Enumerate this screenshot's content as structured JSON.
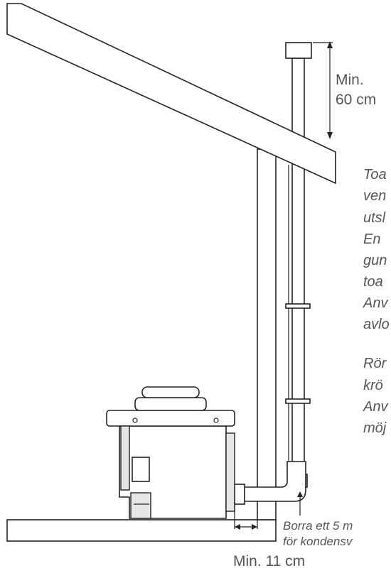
{
  "labels": {
    "min_top_line1": "Min.",
    "min_top_line2": "60 cm",
    "min_bottom": "Min. 11 cm",
    "drill_line1": "Borra ett 5 m",
    "drill_line2": "för kondensv"
  },
  "paragraph1": [
    "Toa",
    "ven",
    "utsl",
    "En",
    "gun",
    "toa",
    "Anv",
    "avlo"
  ],
  "paragraph2": [
    "Rör",
    "krö",
    "Anv",
    "möj"
  ],
  "colors": {
    "line": "#222222",
    "text": "#555555",
    "fill": "#e6e6e6"
  }
}
